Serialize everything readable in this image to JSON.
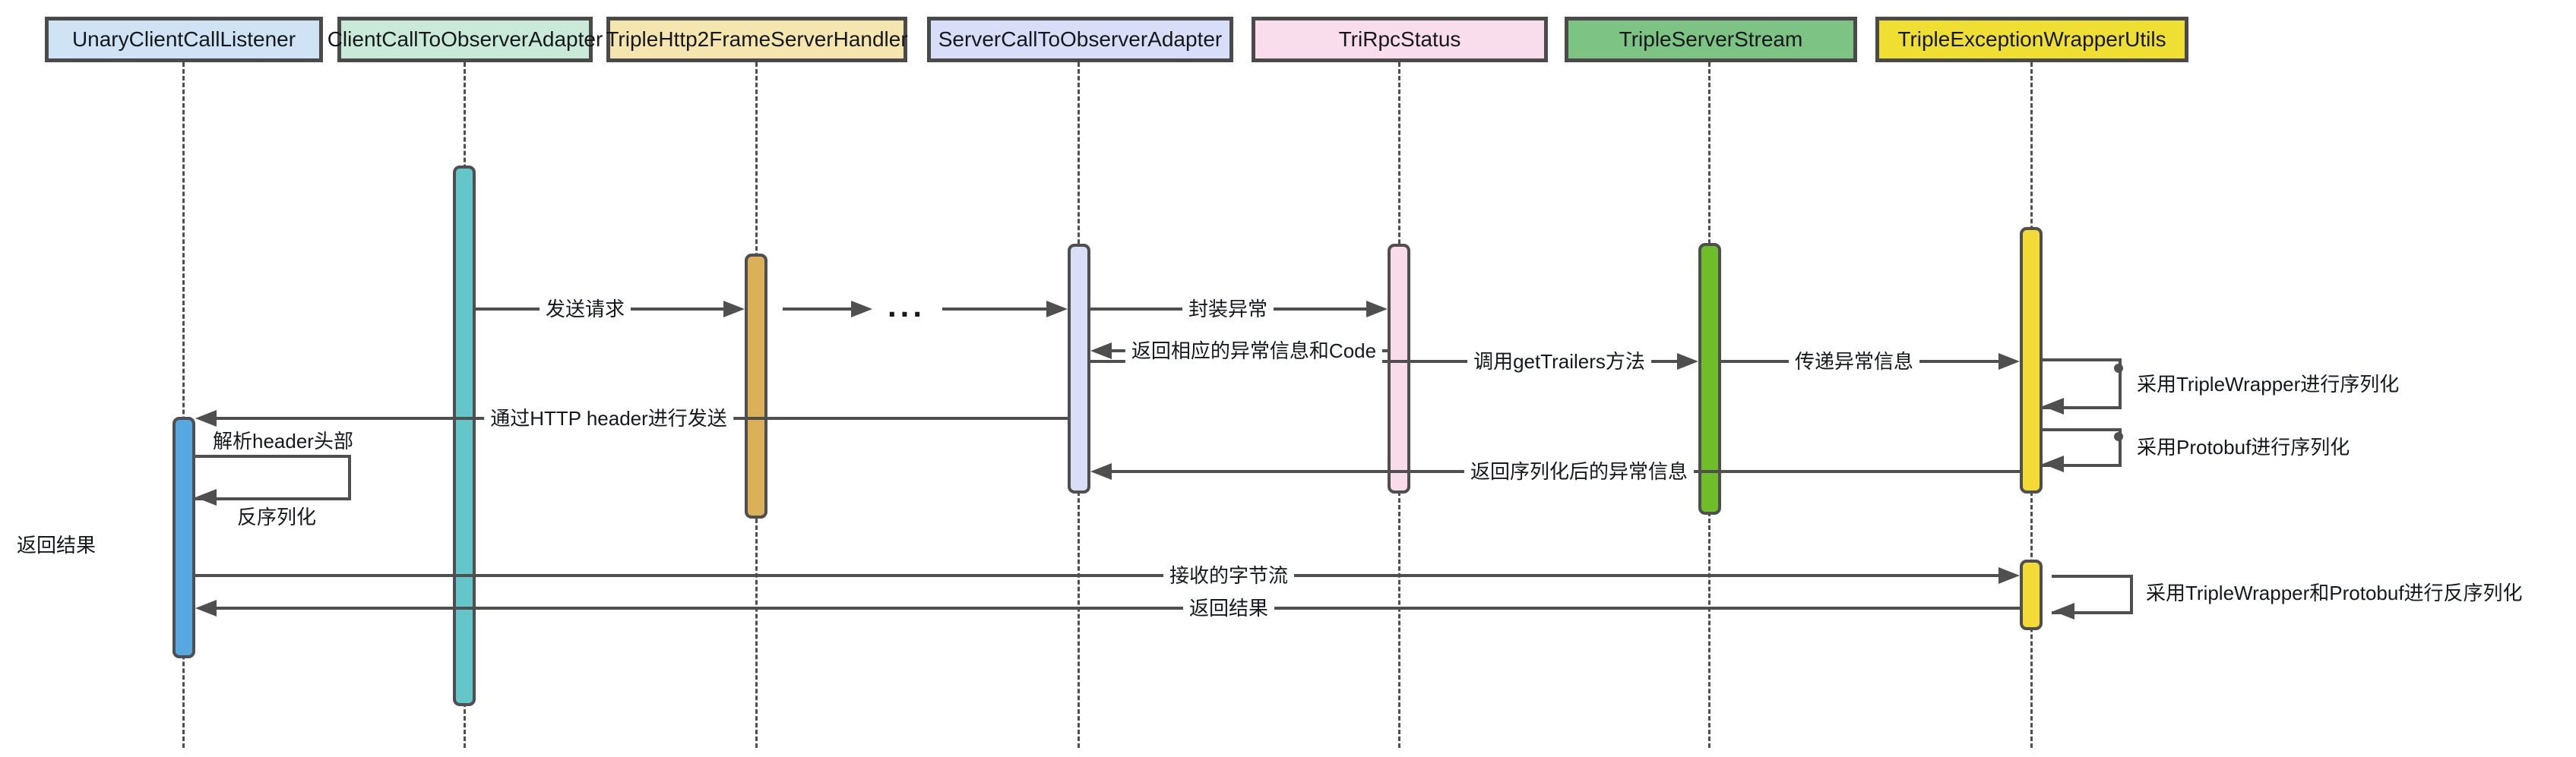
{
  "participants": [
    {
      "label": "UnaryClientCallListener",
      "header_fill": "#cfe3f4",
      "bar_fill": "#57a7e0"
    },
    {
      "label": "ClientCallToObserverAdapter",
      "header_fill": "#c9ead9",
      "bar_fill": "#65c6c9"
    },
    {
      "label": "TripleHttp2FrameServerHandler",
      "header_fill": "#f5e5af",
      "bar_fill": "#dab158"
    },
    {
      "label": "ServerCallToObserverAdapter",
      "header_fill": "#d8def7",
      "bar_fill": "#d8def6"
    },
    {
      "label": "TriRpcStatus",
      "header_fill": "#fadded",
      "bar_fill": "#f8dcea"
    },
    {
      "label": "TripleServerStream",
      "header_fill": "#7dc383",
      "bar_fill": "#6fbd29"
    },
    {
      "label": "TripleExceptionWrapperUtils",
      "header_fill": "#efdf33",
      "bar_fill": "#f3da36"
    }
  ],
  "messages": {
    "send_request": "发送请求",
    "ellipsis": "...",
    "wrap_exception": "封装异常",
    "return_exception_info_code": "返回相应的异常信息和Code",
    "call_get_trailers": "调用getTrailers方法",
    "pass_exception_info": "传递异常信息",
    "serialize_triple_wrapper": "采用TripleWrapper进行序列化",
    "send_via_http_header": "通过HTTP header进行发送",
    "serialize_protobuf": "采用Protobuf进行序列化",
    "parse_header": "解析header头部",
    "return_serialized_exception": "返回序列化后的异常信息",
    "deserialize": "反序列化",
    "return_result_left": "返回结果",
    "received_byte_stream": "接收的字节流",
    "return_result_bottom": "返回结果",
    "deserialize_wrapper_protobuf": "采用TripleWrapper和Protobuf进行反序列化"
  },
  "colors": {
    "stroke": "#4f4f4f",
    "text": "#15181c",
    "background": "#ffffff"
  }
}
